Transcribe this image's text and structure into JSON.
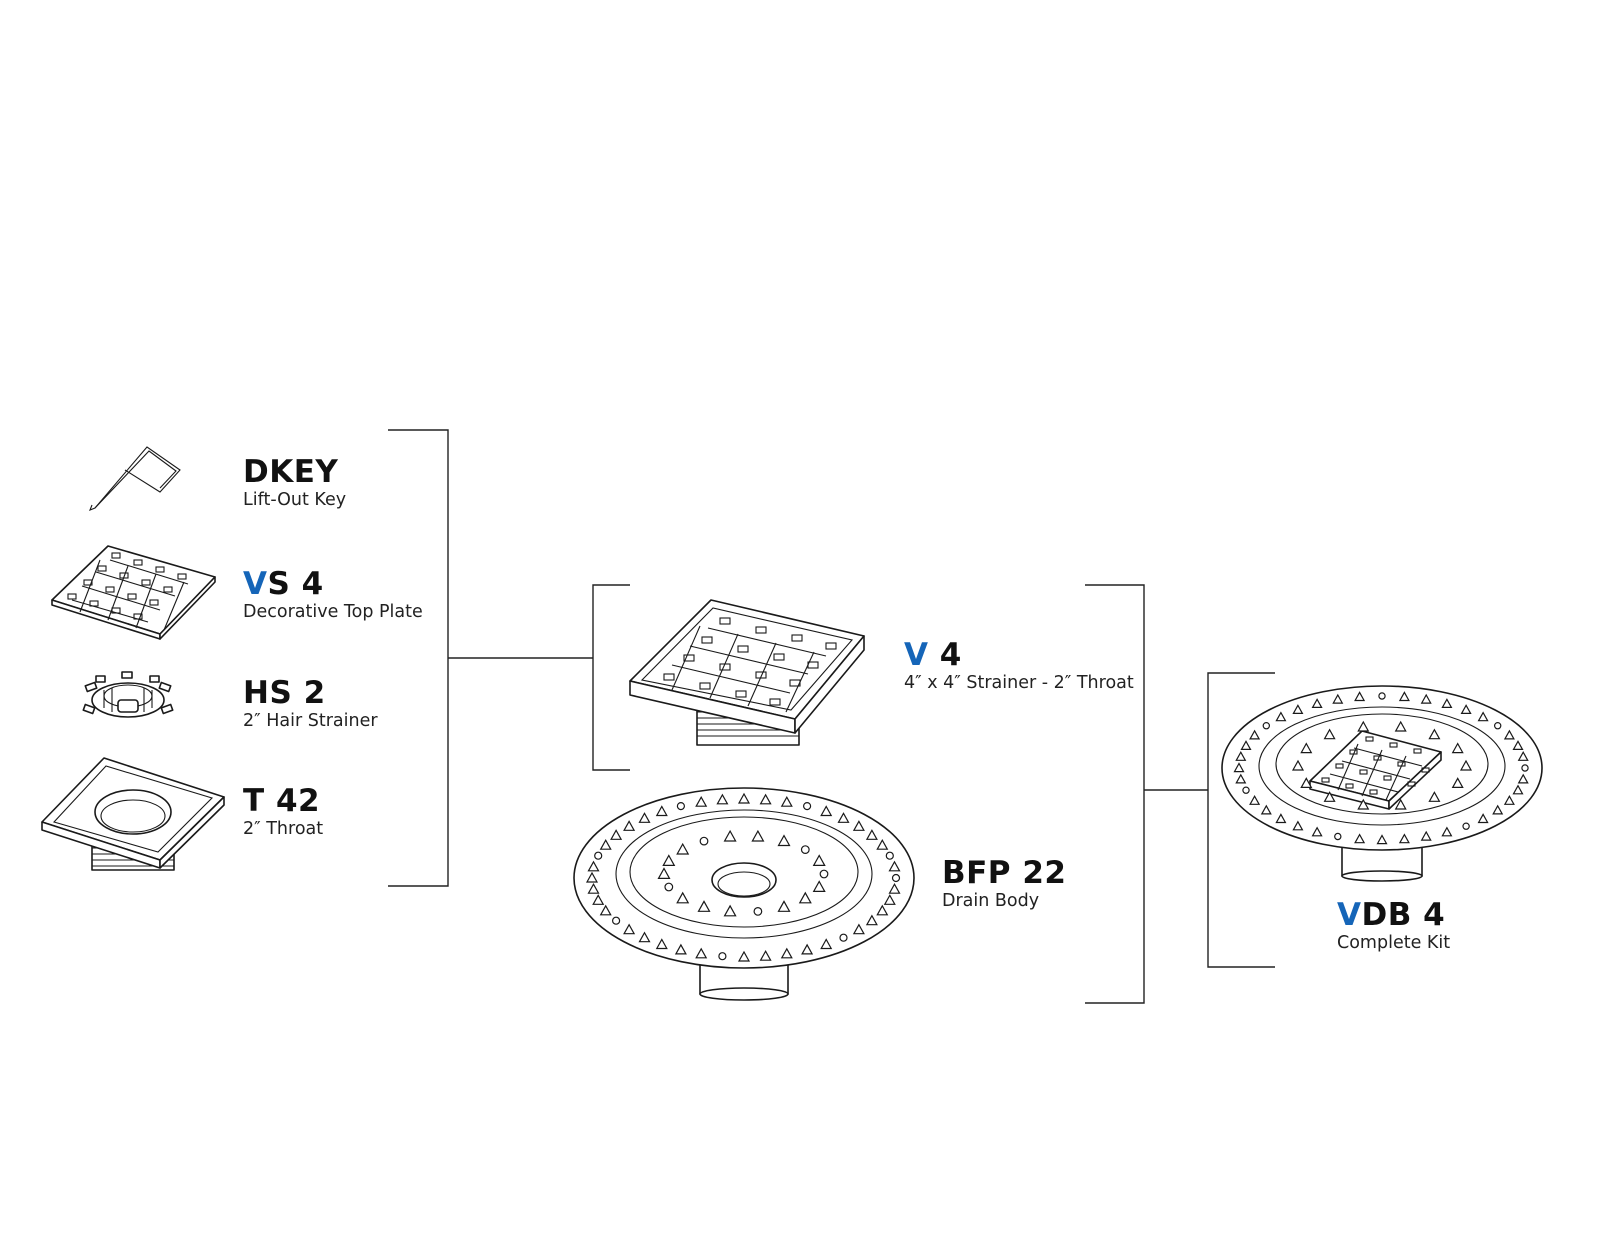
{
  "accent_color": "#1565b8",
  "parts": [
    {
      "code_accent": "",
      "code_rest": "DKEY",
      "desc": "Lift-Out Key",
      "icon": "lift-out-key-icon"
    },
    {
      "code_accent": "V",
      "code_rest": "S 4",
      "desc": "Decorative Top Plate",
      "icon": "decorative-top-plate-icon"
    },
    {
      "code_accent": "",
      "code_rest": "HS 2",
      "desc": "2″ Hair Strainer",
      "icon": "hair-strainer-icon"
    },
    {
      "code_accent": "",
      "code_rest": "T 42",
      "desc": "2″ Throat",
      "icon": "throat-icon"
    }
  ],
  "assemblies": [
    {
      "code_accent": "V",
      "code_rest": " 4",
      "desc": "4″ x 4″ Strainer - 2″ Throat",
      "icon": "strainer-assembly-icon"
    },
    {
      "code_accent": "",
      "code_rest": "BFP 22",
      "desc": "Drain Body",
      "icon": "drain-body-icon"
    }
  ],
  "kit": {
    "code_accent": "V",
    "code_rest": "DB 4",
    "desc": "Complete Kit",
    "icon": "complete-kit-icon"
  }
}
